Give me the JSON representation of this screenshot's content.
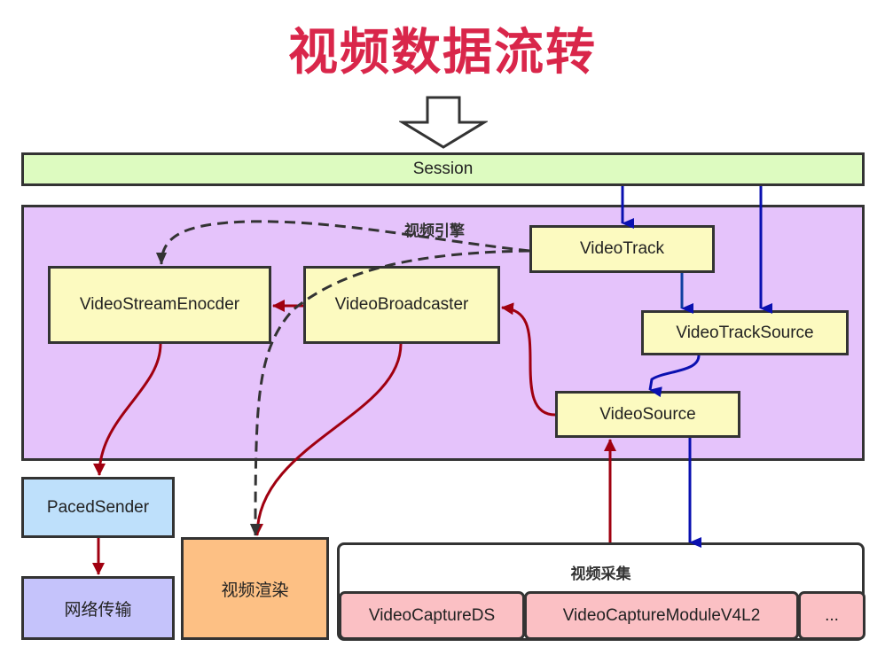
{
  "title": "视频数据流转",
  "session": {
    "label": "Session"
  },
  "engine": {
    "label": "视频引擎",
    "nodes": {
      "video_stream_encoder": "VideoStreamEnocder",
      "video_broadcaster": "VideoBroadcaster",
      "video_track": "VideoTrack",
      "video_track_source": "VideoTrackSource",
      "video_source": "VideoSource"
    }
  },
  "paced_sender": {
    "label": "PacedSender"
  },
  "network": {
    "label": "网络传输"
  },
  "render": {
    "label": "视频渲染"
  },
  "capture": {
    "label": "视频采集",
    "items": [
      {
        "label": "VideoCaptureDS"
      },
      {
        "label": "VideoCaptureModuleV4L2"
      },
      {
        "label": "..."
      }
    ]
  },
  "colors": {
    "title": "#d9264a",
    "session_bg": "#ddfbc0",
    "engine_bg": "#e5c3fb",
    "node_bg": "#fcfac0",
    "paced_bg": "#bee0fb",
    "network_bg": "#c5c3fb",
    "render_bg": "#fdc084",
    "capture_item_bg": "#fbc0c4",
    "control_arrow": "#0a10b0",
    "data_arrow": "#a00010",
    "dashed_arrow": "#333333"
  }
}
